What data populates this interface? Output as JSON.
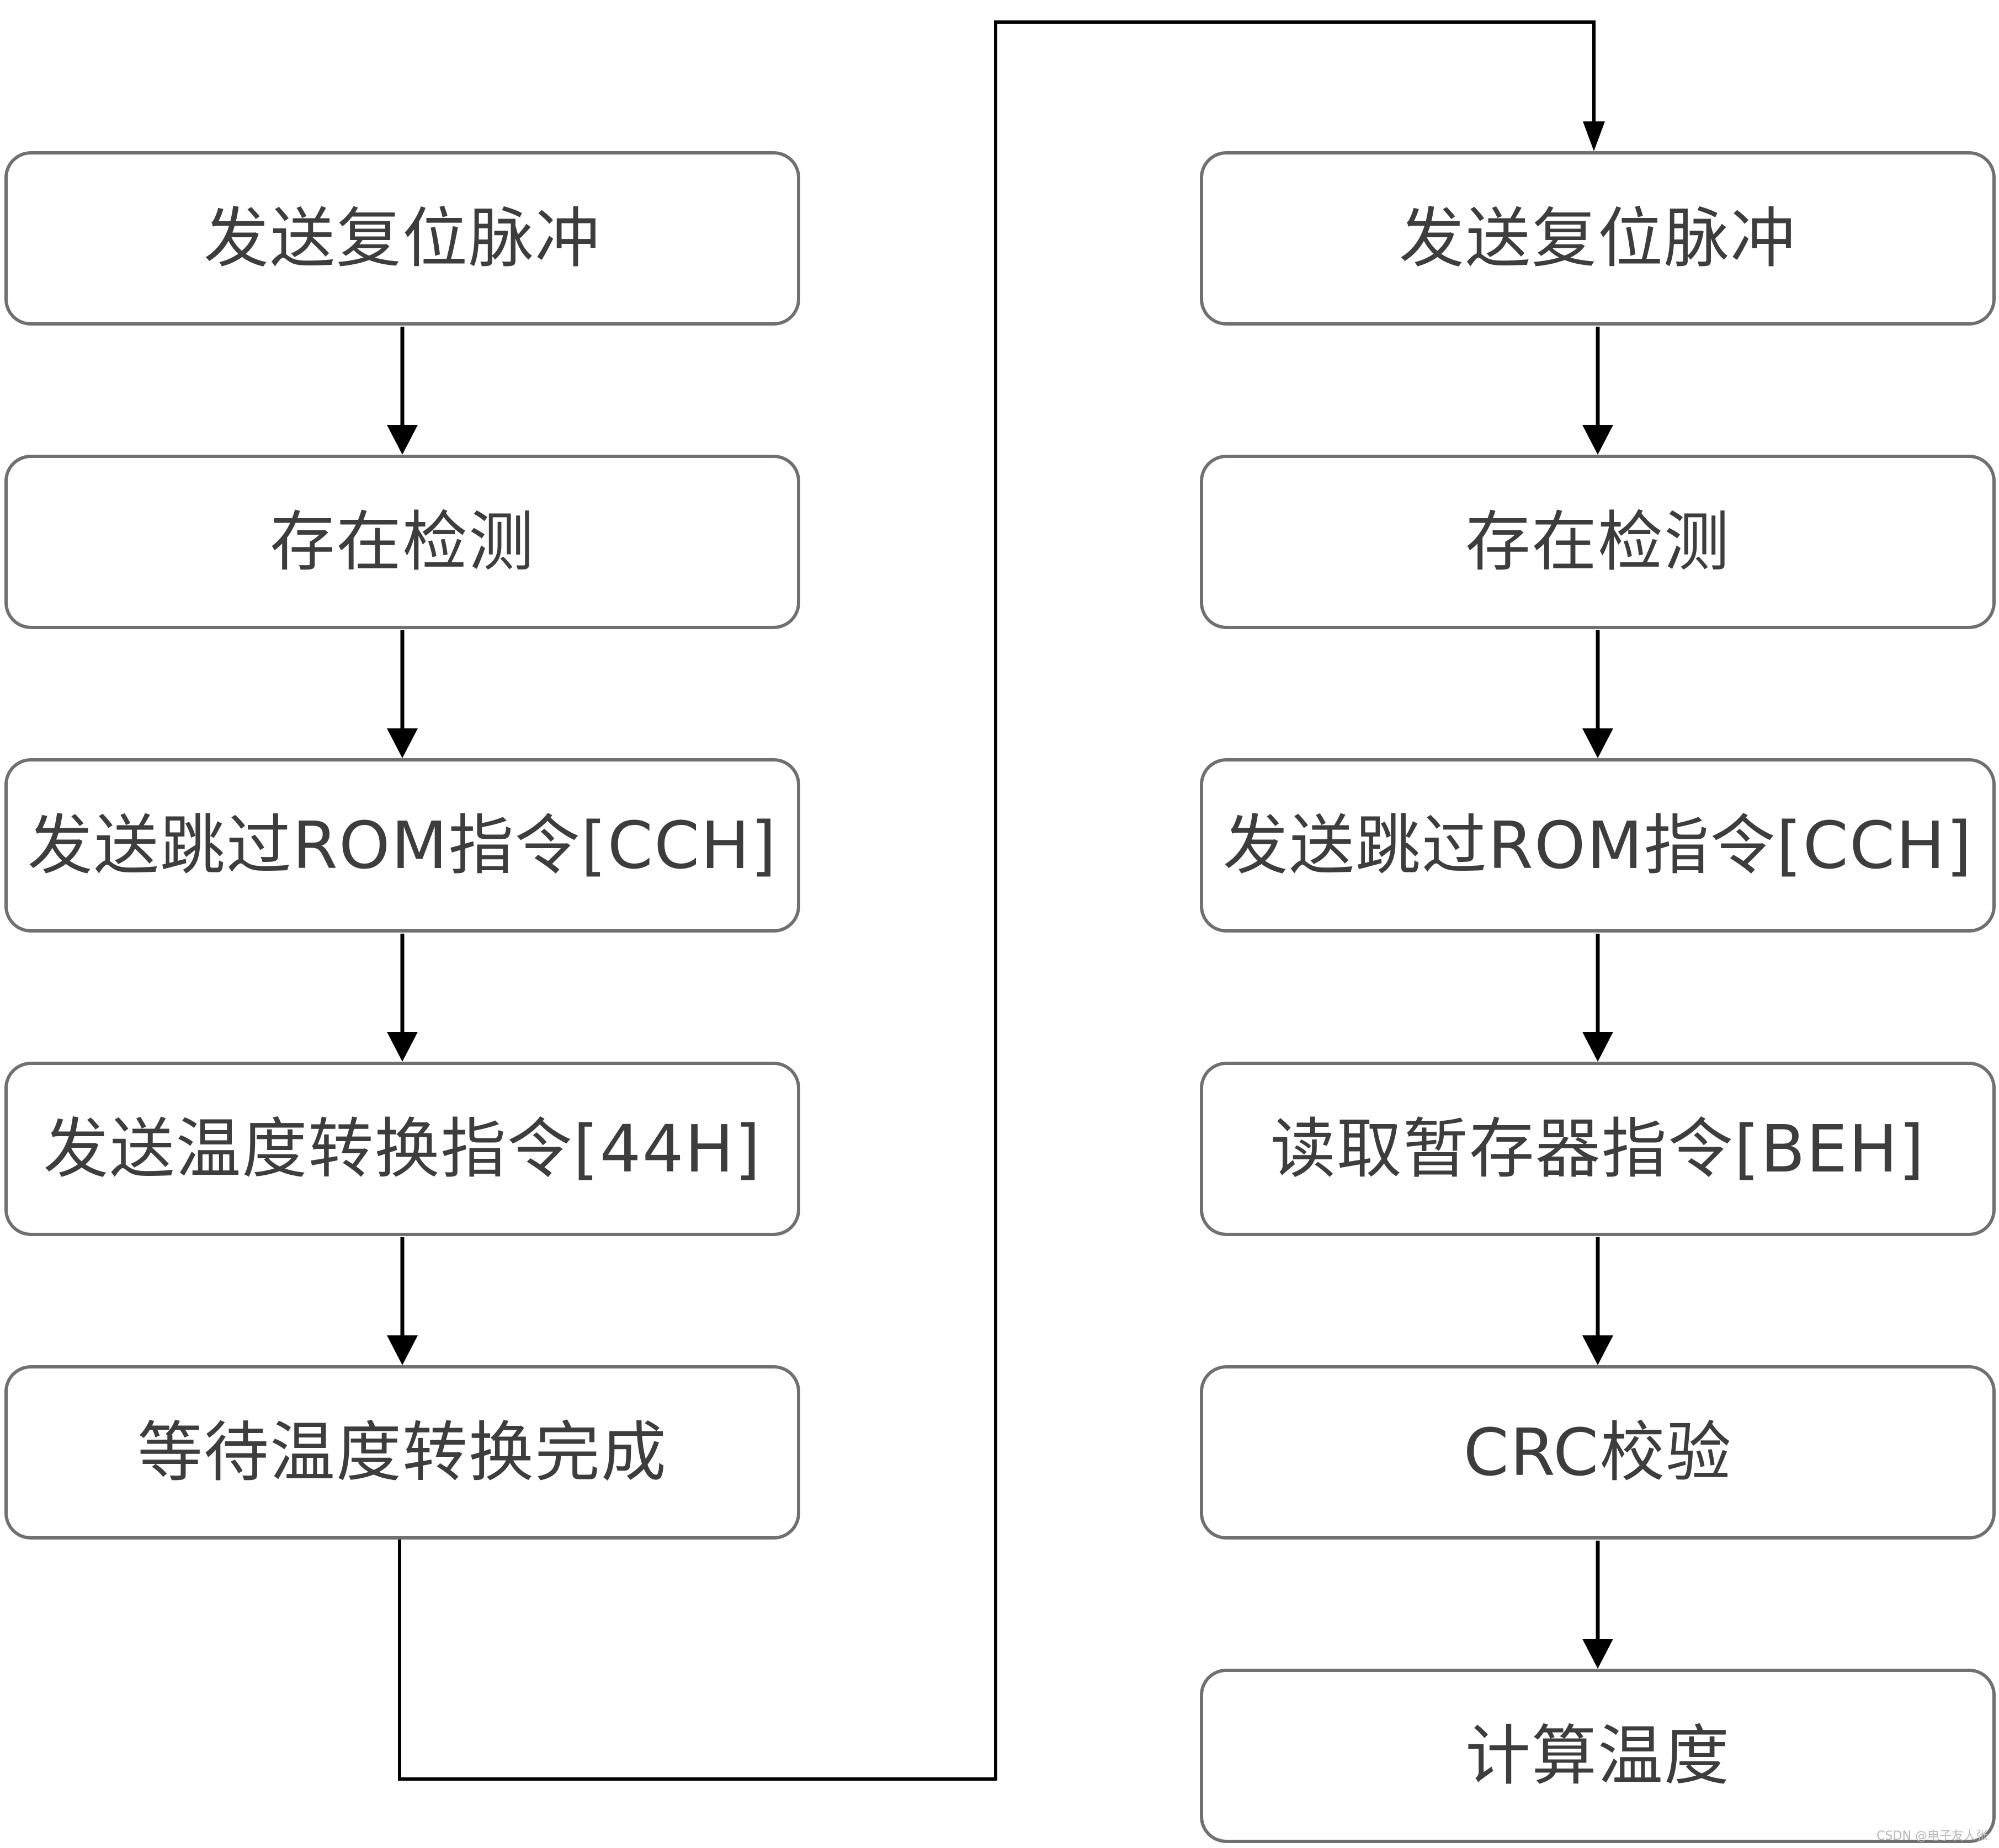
{
  "colors": {
    "box_border": "#707070",
    "text": "#3d3d3d",
    "connector": "#000000",
    "background": "#ffffff"
  },
  "left_column": [
    "发送复位脉冲",
    "存在检测",
    "发送跳过ROM指令[CCH]",
    "发送温度转换指令[44H]",
    "等待温度转换完成"
  ],
  "right_column": [
    "发送复位脉冲",
    "存在检测",
    "发送跳过ROM指令[CCH]",
    "读取暂存器指令[BEH]",
    "CRC校验",
    "计算温度"
  ],
  "watermark": "CSDN @电子友人张"
}
